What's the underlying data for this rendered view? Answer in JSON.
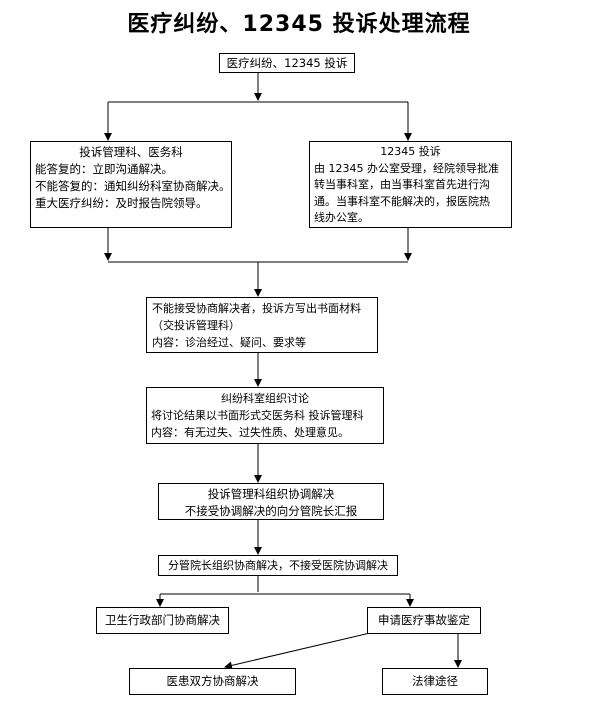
{
  "title": "医疗纠纷、12345 投诉处理流程",
  "nodes": {
    "start": {
      "text": "医疗纠纷、12345 投诉"
    },
    "dept": {
      "heading": "投诉管理科、医务科",
      "lines": [
        "能答复的：立即沟通解决。",
        "不能答复的：通知纠纷科室协商解决。",
        "重大医疗纠纷：及时报告院领导。"
      ]
    },
    "hotline": {
      "heading": "12345 投诉",
      "lines": [
        "由 12345 办公室受理，经院领导批准",
        "转当事科室，由当事科室首先进行沟",
        "通。当事科室不能解决的，报医院热",
        "线办公室。"
      ]
    },
    "written": {
      "lines": [
        "不能接受协商解决者，投诉方写出书面材料",
        "（交投诉管理科）",
        "内容：诊治经过、疑问、要求等"
      ]
    },
    "discussion": {
      "heading": "纠纷科室组织讨论",
      "lines": [
        "将讨论结果以书面形式交医务科 投诉管理科",
        "内容：有无过失、过失性质、处理意见。"
      ]
    },
    "coordinate": {
      "lines": [
        "投诉管理科组织协调解决",
        "不接受协调解决的向分管院长汇报"
      ]
    },
    "vicePresident": {
      "text": "分管院长组织协商解决，不接受医院协调解决"
    },
    "healthAdmin": {
      "text": "卫生行政部门协商解决"
    },
    "appraisal": {
      "text": "申请医疗事故鉴定"
    },
    "mediation": {
      "text": "医患双方协商解决"
    },
    "legal": {
      "text": "法律途径"
    }
  }
}
